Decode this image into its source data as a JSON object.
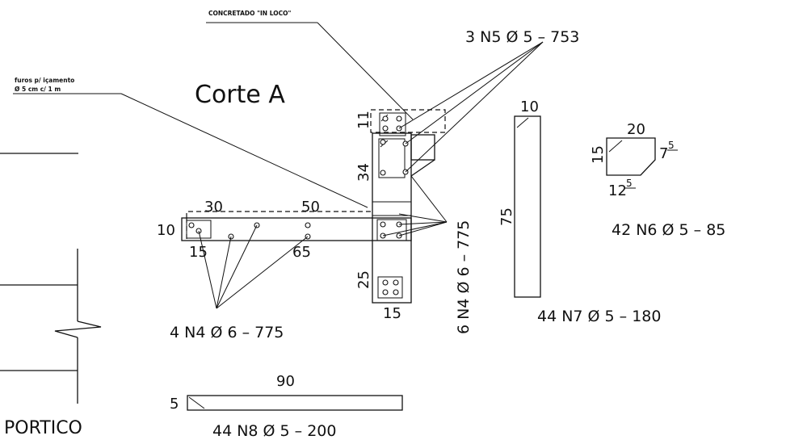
{
  "section_title": "Corte A",
  "note_cast": "CONCRETADO \"IN LOCO\"",
  "note_holes_line1": "furos p/ içamento",
  "note_holes_line2": "Ø 5 cm c/ 1 m",
  "portico_label": "PORTICO",
  "rebar_labels": {
    "n5_top": "3 N5 Ø 5 – 753",
    "n4_vertical": "6 N4 Ø 6 – 775",
    "n4_bottom": "4 N4 Ø 6 – 775",
    "n6": "42 N6 Ø 5 – 85",
    "n7": "44 N7 Ø 5 – 180",
    "n8": "44 N8 Ø 5 – 200"
  },
  "dimensions": {
    "top_block": "11",
    "web_height": "34",
    "bottom_block": "25",
    "column_width": "15",
    "flange_height": "10",
    "flange_left_bottom": "15",
    "flange_left_top": "30",
    "flange_top": "50",
    "flange_bottom": "65",
    "n7_width": "10",
    "n7_height": "75",
    "n6_top": "20",
    "n6_height": "15",
    "n6_right": "7",
    "n6_right_sup": "5",
    "n6_bottom": "12",
    "n6_bottom_sup": "5",
    "n8_length": "90",
    "n8_height": "5"
  }
}
